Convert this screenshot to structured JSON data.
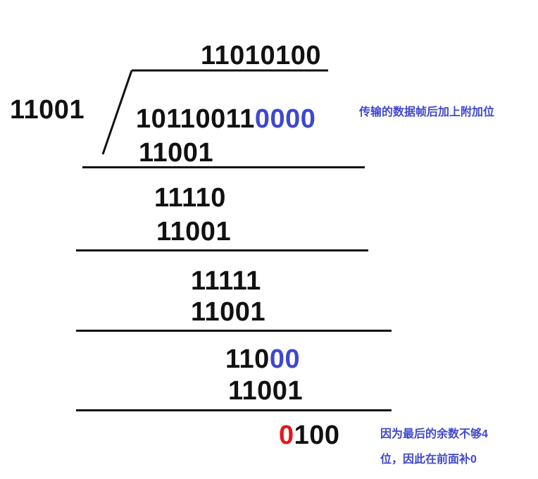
{
  "quotient": "11010100",
  "divisor": "11001",
  "dividend": {
    "data_bits": "10110011",
    "appended_bits": "0000"
  },
  "steps": [
    {
      "subtrahend": "11001"
    },
    {
      "remainder": "11110",
      "subtrahend": "11001"
    },
    {
      "remainder": "11111",
      "subtrahend": "11001"
    },
    {
      "remainder_prefix": "110",
      "remainder_suffix": "00",
      "subtrahend": "11001"
    }
  ],
  "final_remainder": {
    "padded_zero": "0",
    "value": "100"
  },
  "annotations": {
    "appended_note": "传输的数据帧后加上附加位",
    "padding_note_line1": "因为最后的余数不够4",
    "padding_note_line2": "位，因此在前面补0"
  },
  "colors": {
    "text": "#111111",
    "highlight_blue": "#3f48cc",
    "highlight_red": "#e8141c"
  }
}
